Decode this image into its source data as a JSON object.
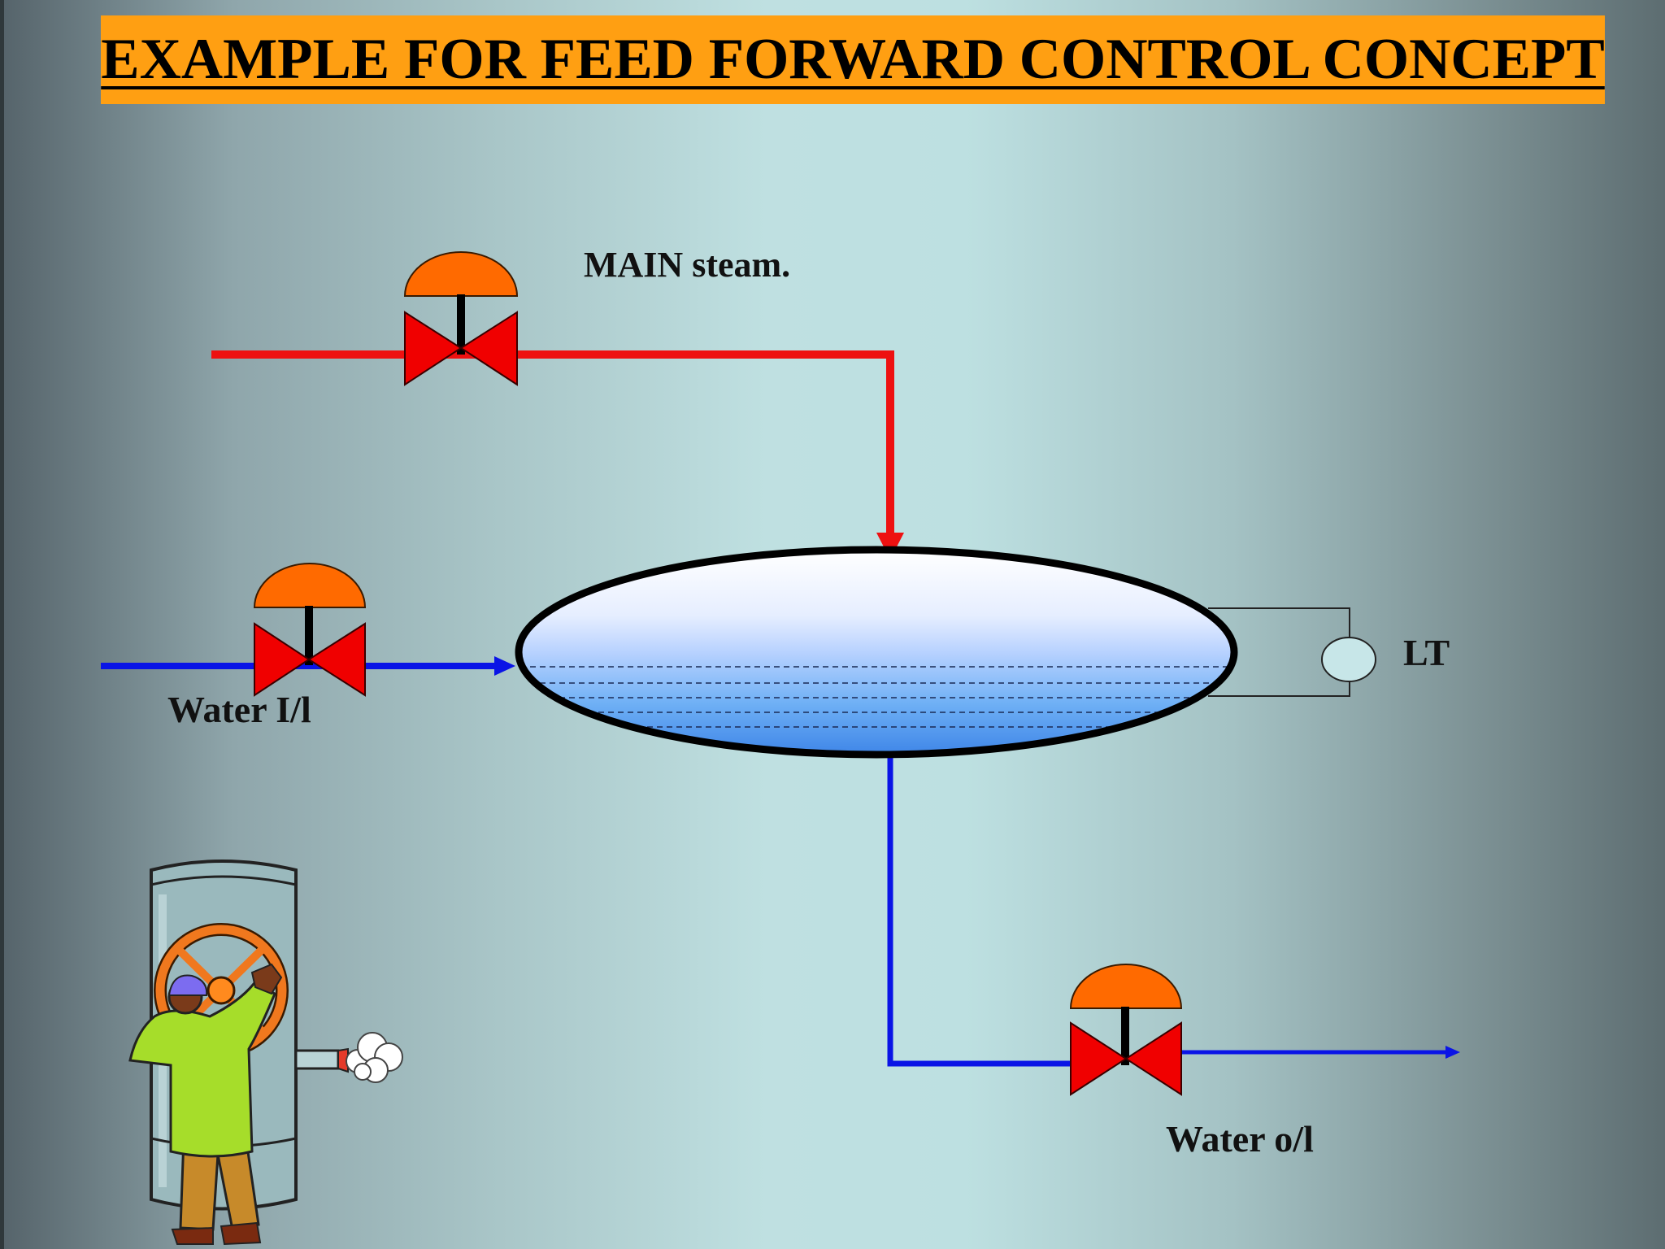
{
  "title": "EXAMPLE FOR FEED FORWARD CONTROL CONCEPT",
  "labels": {
    "main_steam": "MAIN steam.",
    "water_inlet": "Water I/l",
    "level_transmitter": "LT",
    "water_outlet": "Water o/l"
  },
  "colors": {
    "banner": "#ff9f12",
    "steam_line": "#ee1111",
    "water_line": "#0a14e6",
    "valve_body": "#f00000",
    "actuator": "#ff6a00"
  },
  "icons": {
    "valve": "control-valve-icon",
    "operator": "operator-turning-valve-illustration"
  }
}
